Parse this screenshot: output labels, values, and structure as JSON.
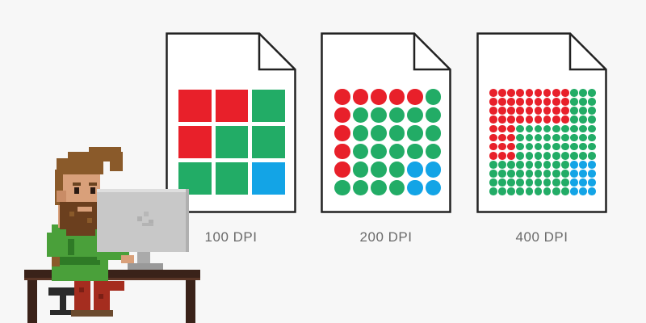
{
  "colors": {
    "red": "#e8202a",
    "green": "#22ac66",
    "blue": "#13a4e6",
    "outline": "#222222",
    "paper": "#ffffff",
    "background": "#f7f7f7"
  },
  "documents": [
    {
      "label": "100 DPI",
      "grid_size": 3,
      "shape": "square",
      "pattern": [
        "RRG",
        "RGG",
        "GGB"
      ]
    },
    {
      "label": "200 DPI",
      "grid_size": 6,
      "shape": "dot",
      "pattern": [
        "RRRRRG",
        "RGGGGG",
        "RGGGGG",
        "RGGGGG",
        "RGGGBB",
        "GGGGBB"
      ]
    },
    {
      "label": "400 DPI",
      "grid_size": 12,
      "shape": "dot",
      "pattern": [
        "RRRRRRRRRGGG",
        "RRRRRRRRRGGG",
        "RRRRRRRRRGGG",
        "RRRRRRRRRGGG",
        "RRRGGGGGGGGG",
        "RRRGGGGGGGGG",
        "RRRGGGGGGGGG",
        "RRRGGGGGGGGG",
        "GGGGGGGGGBBB",
        "GGGGGGGGGBBB",
        "GGGGGGGGGBBB",
        "GGGGGGGGGBBB"
      ]
    }
  ]
}
